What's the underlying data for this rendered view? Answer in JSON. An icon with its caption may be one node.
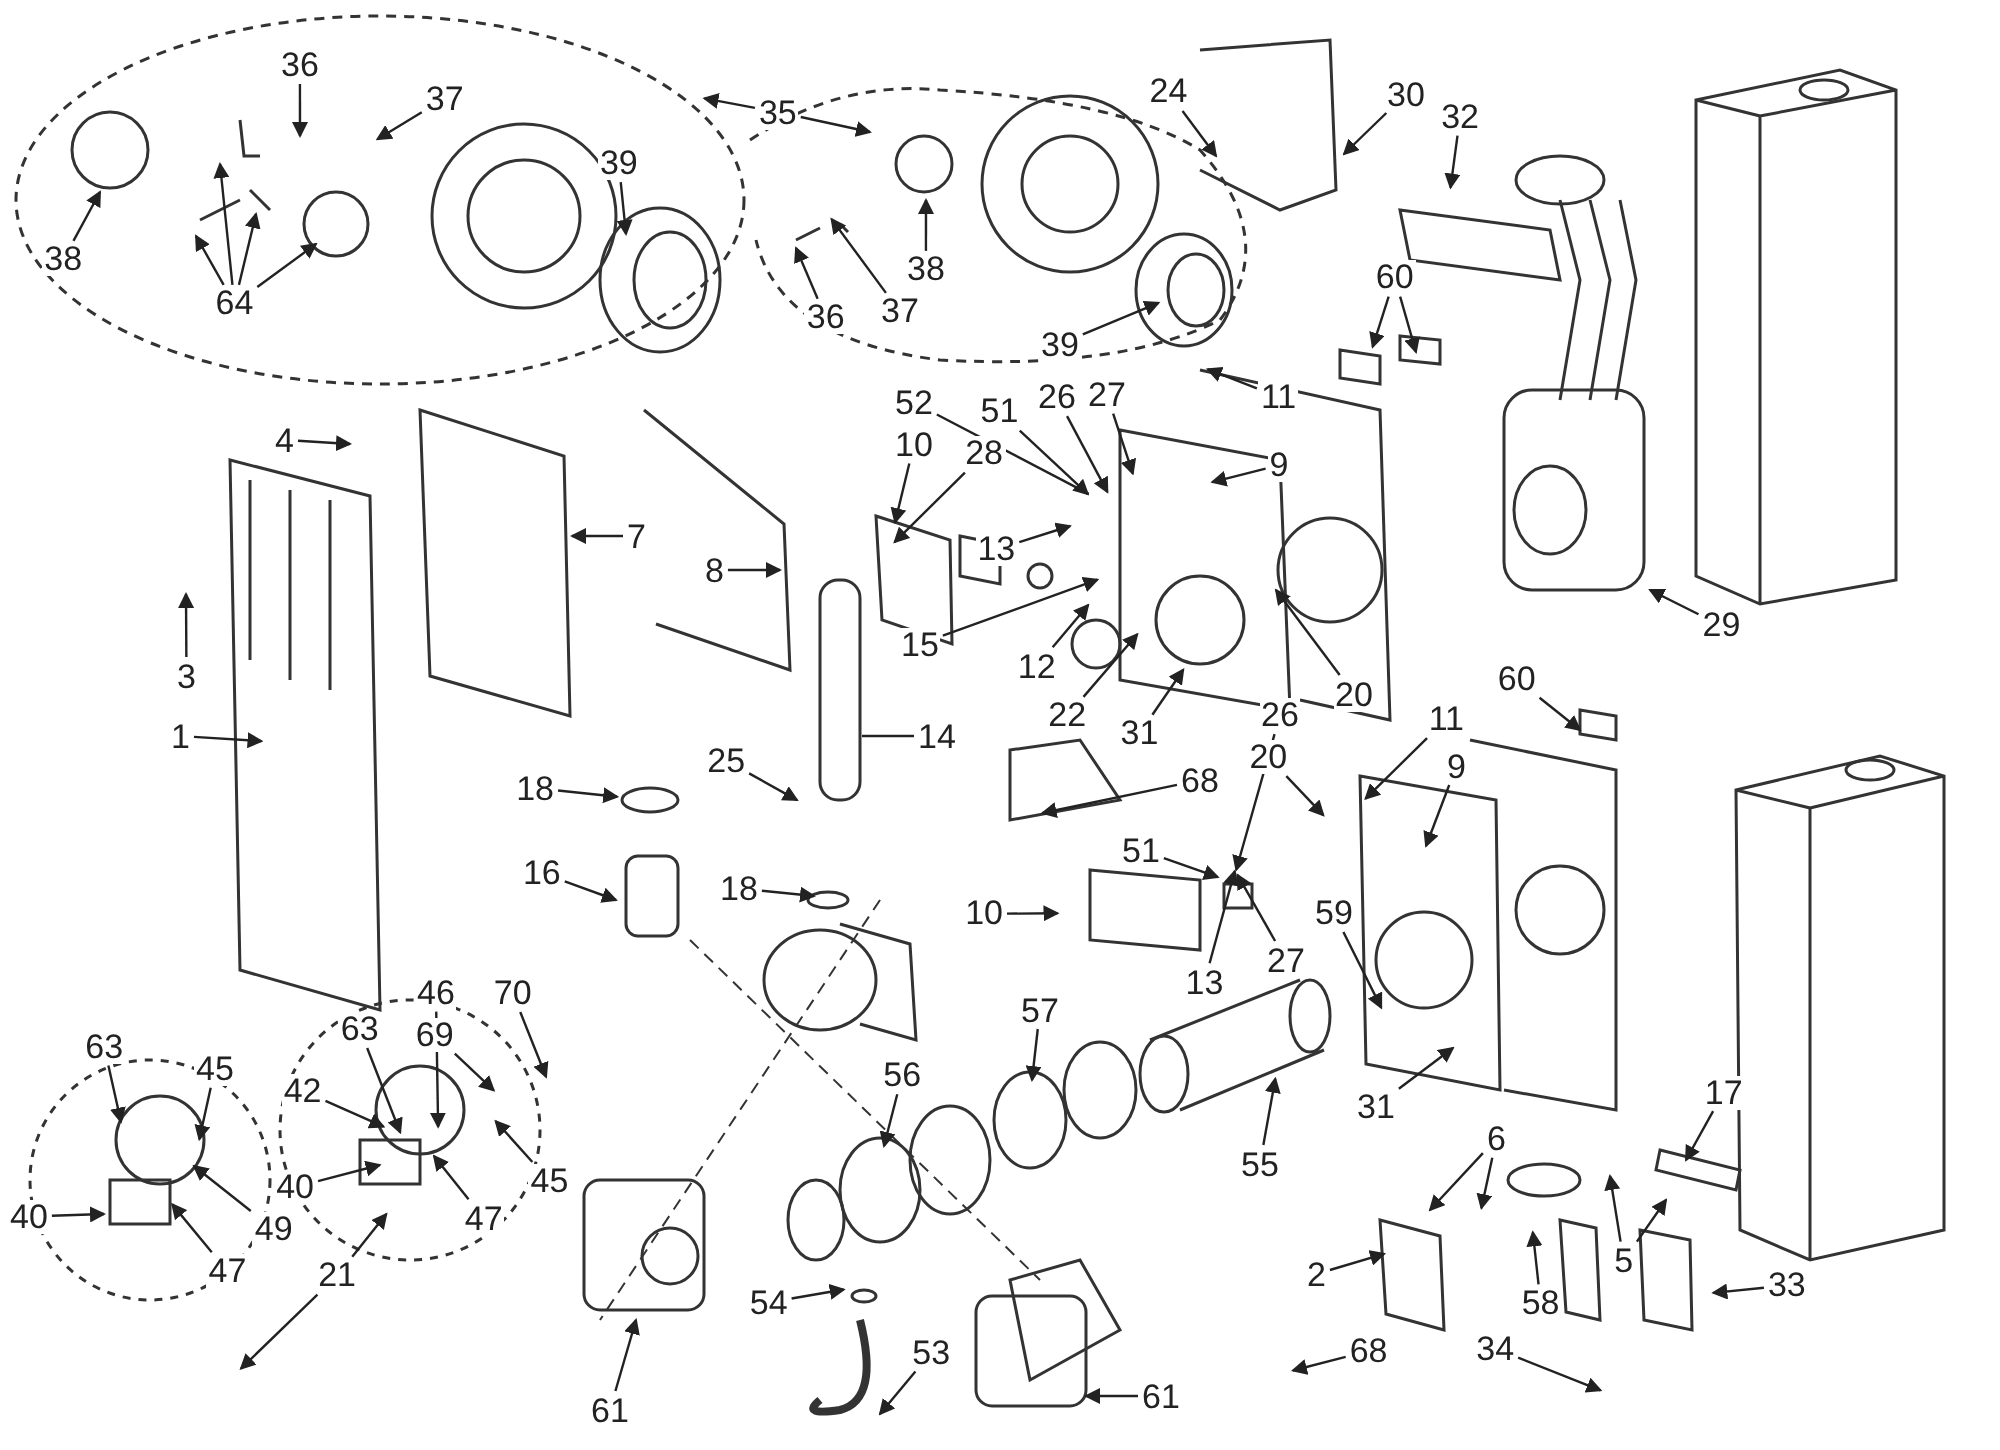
{
  "diagram": {
    "nodes": [
      {
        "text": [
          "36"
        ]
      },
      {
        "text": [
          "37"
        ]
      },
      {
        "text": [
          "35"
        ]
      },
      {
        "text": [
          "38"
        ]
      },
      {
        "text": [
          "39"
        ]
      },
      {
        "text": [
          "64"
        ]
      },
      {
        "text": [
          "38"
        ]
      },
      {
        "text": [
          "36"
        ]
      },
      {
        "text": [
          "37"
        ]
      },
      {
        "text": [
          "24"
        ]
      },
      {
        "text": [
          "30"
        ]
      },
      {
        "text": [
          "32"
        ]
      },
      {
        "text": [
          "39"
        ]
      },
      {
        "text": [
          "60"
        ]
      },
      {
        "text": [
          "11"
        ]
      },
      {
        "text": [
          "52"
        ]
      },
      {
        "text": [
          "51"
        ]
      },
      {
        "text": [
          "26"
        ]
      },
      {
        "text": [
          "27"
        ]
      },
      {
        "text": [
          "4"
        ]
      },
      {
        "text": [
          "10"
        ]
      },
      {
        "text": [
          "9"
        ]
      },
      {
        "text": [
          "28"
        ]
      },
      {
        "text": [
          "7"
        ]
      },
      {
        "text": [
          "13"
        ]
      },
      {
        "text": [
          "8"
        ]
      },
      {
        "text": [
          "29"
        ]
      },
      {
        "text": [
          "15"
        ]
      },
      {
        "text": [
          "12"
        ]
      },
      {
        "text": [
          "3"
        ]
      },
      {
        "text": [
          "22"
        ]
      },
      {
        "text": [
          "31"
        ]
      },
      {
        "text": [
          "20"
        ]
      },
      {
        "text": [
          "60"
        ]
      },
      {
        "text": [
          "1"
        ]
      },
      {
        "text": [
          "11"
        ]
      },
      {
        "text": [
          "14"
        ]
      },
      {
        "text": [
          "26"
        ]
      },
      {
        "text": [
          "25"
        ]
      },
      {
        "text": [
          "9"
        ]
      },
      {
        "text": [
          "68"
        ]
      },
      {
        "text": [
          "20"
        ]
      },
      {
        "text": [
          "18"
        ]
      },
      {
        "text": [
          "51"
        ]
      },
      {
        "text": [
          "16"
        ]
      },
      {
        "text": [
          "18"
        ]
      },
      {
        "text": [
          "10"
        ]
      },
      {
        "text": [
          "59"
        ]
      },
      {
        "text": [
          "13"
        ]
      },
      {
        "text": [
          "27"
        ]
      },
      {
        "text": [
          "70"
        ]
      },
      {
        "text": [
          "46"
        ]
      },
      {
        "text": [
          "57"
        ]
      },
      {
        "text": [
          "63"
        ]
      },
      {
        "text": [
          "69"
        ]
      },
      {
        "text": [
          "63"
        ]
      },
      {
        "text": [
          "56"
        ]
      },
      {
        "text": [
          "42"
        ]
      },
      {
        "text": [
          "45"
        ]
      },
      {
        "text": [
          "31"
        ]
      },
      {
        "text": [
          "17"
        ]
      },
      {
        "text": [
          "55"
        ]
      },
      {
        "text": [
          "45"
        ]
      },
      {
        "text": [
          "6"
        ]
      },
      {
        "text": [
          "40"
        ]
      },
      {
        "text": [
          "47"
        ]
      },
      {
        "text": [
          "49"
        ]
      },
      {
        "text": [
          "40"
        ]
      },
      {
        "text": [
          "5"
        ]
      },
      {
        "text": [
          "47"
        ]
      },
      {
        "text": [
          "21"
        ]
      },
      {
        "text": [
          "2"
        ]
      },
      {
        "text": [
          "33"
        ]
      },
      {
        "text": [
          "58"
        ]
      },
      {
        "text": [
          "54"
        ]
      },
      {
        "text": [
          "34"
        ]
      },
      {
        "text": [
          "68"
        ]
      },
      {
        "text": [
          "53"
        ]
      },
      {
        "text": [
          "61"
        ]
      },
      {
        "text": [
          "61"
        ]
      }
    ],
    "edges": [
      {
        "from": 0,
        "to": null,
        "arrow": "to"
      },
      {
        "from": 1,
        "to": null,
        "arrow": "to"
      },
      {
        "from": 2,
        "to": null,
        "arrow": "to"
      },
      {
        "from": 2,
        "to": null,
        "arrow": "to"
      },
      {
        "from": 3,
        "to": null,
        "arrow": "to"
      },
      {
        "from": 4,
        "to": null,
        "arrow": "to"
      },
      {
        "from": 5,
        "to": null,
        "arrow": "to"
      },
      {
        "from": 5,
        "to": null,
        "arrow": "to"
      },
      {
        "from": 5,
        "to": null,
        "arrow": "to"
      },
      {
        "from": 5,
        "to": null,
        "arrow": "to"
      },
      {
        "from": 6,
        "to": null,
        "arrow": "to"
      },
      {
        "from": 7,
        "to": null,
        "arrow": "to"
      },
      {
        "from": 8,
        "to": null,
        "arrow": "to"
      },
      {
        "from": 9,
        "to": null,
        "arrow": "to"
      },
      {
        "from": 10,
        "to": null,
        "arrow": "to"
      },
      {
        "from": 11,
        "to": null,
        "arrow": "to"
      },
      {
        "from": 12,
        "to": null,
        "arrow": "to"
      },
      {
        "from": 13,
        "to": null,
        "arrow": "to"
      },
      {
        "from": 13,
        "to": null,
        "arrow": "to"
      },
      {
        "from": 14,
        "to": null,
        "arrow": "to"
      },
      {
        "from": 15,
        "to": null,
        "arrow": "none"
      },
      {
        "from": 16,
        "to": null,
        "arrow": "to"
      },
      {
        "from": 17,
        "to": null,
        "arrow": "to"
      },
      {
        "from": 18,
        "to": null,
        "arrow": "to"
      },
      {
        "from": 19,
        "to": null,
        "arrow": "to"
      },
      {
        "from": 20,
        "to": null,
        "arrow": "to"
      },
      {
        "from": 21,
        "to": null,
        "arrow": "to"
      },
      {
        "from": 22,
        "to": null,
        "arrow": "to"
      },
      {
        "from": 23,
        "to": null,
        "arrow": "to"
      },
      {
        "from": 24,
        "to": null,
        "arrow": "to"
      },
      {
        "from": 25,
        "to": null,
        "arrow": "to"
      },
      {
        "from": 26,
        "to": null,
        "arrow": "to"
      },
      {
        "from": 27,
        "to": null,
        "arrow": "to"
      },
      {
        "from": 28,
        "to": null,
        "arrow": "to"
      },
      {
        "from": 29,
        "to": null,
        "arrow": "to"
      },
      {
        "from": 30,
        "to": null,
        "arrow": "to"
      },
      {
        "from": 31,
        "to": null,
        "arrow": "to"
      },
      {
        "from": 32,
        "to": null,
        "arrow": "to"
      },
      {
        "from": 33,
        "to": null,
        "arrow": "to"
      },
      {
        "from": 34,
        "to": null,
        "arrow": "to"
      },
      {
        "from": 35,
        "to": null,
        "arrow": "to"
      },
      {
        "from": 36,
        "to": null,
        "arrow": "none"
      },
      {
        "from": 37,
        "to": null,
        "arrow": "to"
      },
      {
        "from": 38,
        "to": null,
        "arrow": "to"
      },
      {
        "from": 39,
        "to": null,
        "arrow": "to"
      },
      {
        "from": 40,
        "to": null,
        "arrow": "to"
      },
      {
        "from": 41,
        "to": null,
        "arrow": "to"
      },
      {
        "from": 42,
        "to": null,
        "arrow": "to"
      },
      {
        "from": 43,
        "to": null,
        "arrow": "to"
      },
      {
        "from": 44,
        "to": null,
        "arrow": "to"
      },
      {
        "from": 45,
        "to": null,
        "arrow": "to"
      },
      {
        "from": 46,
        "to": null,
        "arrow": "to"
      },
      {
        "from": 47,
        "to": null,
        "arrow": "to"
      },
      {
        "from": 48,
        "to": null,
        "arrow": "to"
      },
      {
        "from": 49,
        "to": null,
        "arrow": "to"
      },
      {
        "from": 50,
        "to": null,
        "arrow": "to"
      },
      {
        "from": 51,
        "to": null,
        "arrow": "to"
      },
      {
        "from": 52,
        "to": null,
        "arrow": "to"
      },
      {
        "from": 53,
        "to": null,
        "arrow": "to"
      },
      {
        "from": 54,
        "to": null,
        "arrow": "to"
      },
      {
        "from": 55,
        "to": null,
        "arrow": "to"
      },
      {
        "from": 56,
        "to": null,
        "arrow": "to"
      },
      {
        "from": 57,
        "to": null,
        "arrow": "to"
      },
      {
        "from": 58,
        "to": null,
        "arrow": "to"
      },
      {
        "from": 59,
        "to": null,
        "arrow": "to"
      },
      {
        "from": 60,
        "to": null,
        "arrow": "to"
      },
      {
        "from": 61,
        "to": null,
        "arrow": "to"
      },
      {
        "from": 62,
        "to": null,
        "arrow": "to"
      },
      {
        "from": 63,
        "to": null,
        "arrow": "to"
      },
      {
        "from": 63,
        "to": null,
        "arrow": "to"
      },
      {
        "from": 64,
        "to": null,
        "arrow": "to"
      },
      {
        "from": 65,
        "to": null,
        "arrow": "to"
      },
      {
        "from": 66,
        "to": null,
        "arrow": "to"
      },
      {
        "from": 67,
        "to": null,
        "arrow": "to"
      },
      {
        "from": 68,
        "to": null,
        "arrow": "to"
      },
      {
        "from": 68,
        "to": null,
        "arrow": "to"
      },
      {
        "from": 69,
        "to": null,
        "arrow": "to"
      },
      {
        "from": 70,
        "to": null,
        "arrow": "to"
      },
      {
        "from": 70,
        "to": null,
        "arrow": "to"
      },
      {
        "from": 71,
        "to": null,
        "arrow": "to"
      },
      {
        "from": 72,
        "to": null,
        "arrow": "to"
      },
      {
        "from": 73,
        "to": null,
        "arrow": "to"
      },
      {
        "from": 74,
        "to": null,
        "arrow": "to"
      },
      {
        "from": 75,
        "to": null,
        "arrow": "to"
      },
      {
        "from": 76,
        "to": null,
        "arrow": "to"
      },
      {
        "from": 77,
        "to": null,
        "arrow": "to"
      },
      {
        "from": 78,
        "to": null,
        "arrow": "to"
      },
      {
        "from": 79,
        "to": null,
        "arrow": "to"
      }
    ]
  }
}
